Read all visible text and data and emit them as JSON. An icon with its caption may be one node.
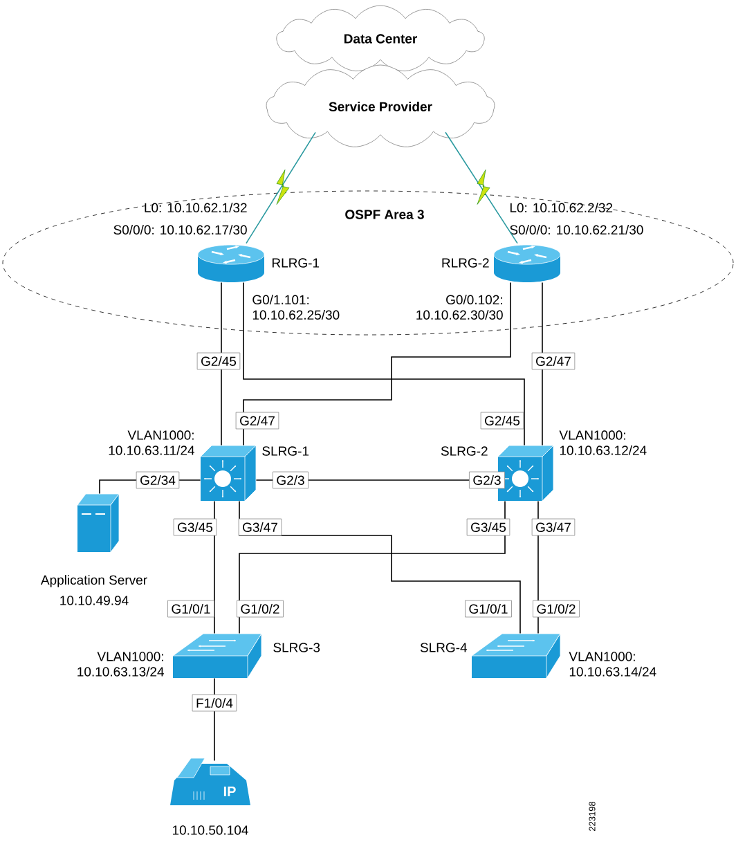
{
  "diagram": {
    "nodes": [
      {
        "text": [
          "Data Center"
        ]
      },
      {
        "text": [
          "Service Provider"
        ]
      },
      {
        "text": [
          "OSPF Area 3"
        ]
      },
      {
        "text": [],
        "shape": "router",
        "in": 2,
        "beside": [
          "RLRG-1",
          "L0: 10.10.62.1/32",
          "S0/0/0: 10.10.62.17/30",
          "G0/1.101: 10.10.62.25/30"
        ]
      },
      {
        "text": [],
        "shape": "router",
        "in": 2,
        "beside": [
          "RLRG-2",
          "L0: 10.10.62.2/32",
          "S0/0/0: 10.10.62.21/30",
          "G0/0.102: 10.10.62.30/30"
        ]
      },
      {
        "text": [],
        "shape": "switch",
        "beside": [
          "SLRG-1",
          "VLAN1000: 10.10.63.11/24"
        ]
      },
      {
        "text": [],
        "shape": "switch",
        "beside": [
          "SLRG-2",
          "VLAN1000: 10.10.63.12/24"
        ]
      },
      {
        "text": [],
        "shape": "server",
        "beside": [
          "Application Server",
          "10.10.49.94"
        ]
      },
      {
        "text": [],
        "shape": "switch",
        "beside": [
          "SLRG-3",
          "VLAN1000: 10.10.63.13/24"
        ]
      },
      {
        "text": [],
        "shape": "switch",
        "beside": [
          "SLRG-4",
          "VLAN1000: 10.10.63.14/24"
        ]
      },
      {
        "text": [
          "IP"
        ],
        "beside": [
          "10.10.50.104"
        ]
      }
    ],
    "edges": [
      {
        "from": 1,
        "to": 3,
        "arrow": "none",
        "color": "#2b9aa0"
      },
      {
        "from": 1,
        "to": 4,
        "arrow": "none",
        "color": "#2b9aa0"
      },
      {
        "from": 3,
        "to": 5,
        "arrow": "none"
      },
      {
        "from": 3,
        "to": 6,
        "arrow": "none"
      },
      {
        "from": 4,
        "to": 5,
        "arrow": "none"
      },
      {
        "from": 4,
        "to": 6,
        "arrow": "none"
      },
      {
        "from": 5,
        "to": 6,
        "arrow": "none"
      },
      {
        "from": 7,
        "to": 5,
        "arrow": "none"
      },
      {
        "from": 5,
        "to": 8,
        "arrow": "none"
      },
      {
        "from": 5,
        "to": 9,
        "arrow": "none"
      },
      {
        "from": 6,
        "to": 8,
        "arrow": "none"
      },
      {
        "from": 6,
        "to": 9,
        "arrow": "none"
      },
      {
        "from": 8,
        "to": 10,
        "arrow": "none"
      }
    ],
    "labels": [
      "G2/45",
      "G2/47",
      "G2/47",
      "G2/45",
      "G2/34",
      "G2/3",
      "G2/3",
      "G3/45",
      "G3/47",
      "G3/45",
      "G3/47",
      "G1/0/1",
      "G1/0/2",
      "G1/0/1",
      "G1/0/2",
      "F1/0/4",
      "223198"
    ]
  }
}
